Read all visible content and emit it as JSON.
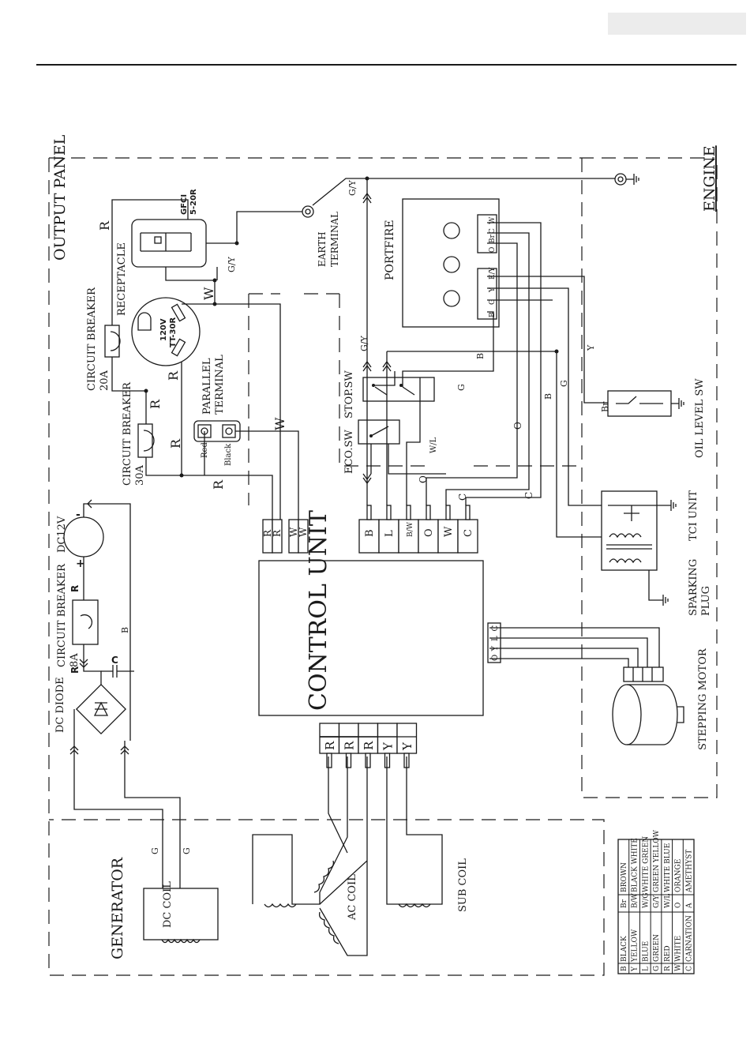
{
  "sections": {
    "output_panel": "OUTPUT PANEL",
    "engine": "ENGINE",
    "generator": "GENERATOR"
  },
  "components": {
    "receptacle": "RECEPTACLE",
    "gfci_label": "GFCI",
    "gfci_rating": "5-20R",
    "receptacle_120v": "120V",
    "receptacle_tt30r": "TT-30R",
    "circuit_breaker": "CIRCUIT BREAKER",
    "breaker_20a": "20A",
    "breaker_30a": "30A",
    "breaker_8a": "8A",
    "parallel_terminal": "PARALLEL",
    "parallel_terminal_2": "TERMINAL",
    "parallel_red": "Red",
    "parallel_black": "Black",
    "earth_terminal": "EARTH",
    "earth_terminal_2": "TERMINAL",
    "portfire": "PORTFIRE",
    "stop_sw": "STOP.SW",
    "eco_sw": "ECO.SW",
    "oil_level_sw": "OIL LEVEL SW",
    "tci_unit": "TCI UNIT",
    "sparking_plug": "SPARKING",
    "sparking_plug_2": "PLUG",
    "control_unit": "CONTROL UNIT",
    "stepping_motor": "STEPPING MOTOR",
    "dc12v": "DC12V",
    "dc_diode": "DC DIODE",
    "dc_coil": "DC COIL",
    "ac_coil": "AC COIL",
    "sub_coil": "SUB COIL",
    "capacitor": "C",
    "minus": "-",
    "plus": "+"
  },
  "wire_labels": {
    "R": "R",
    "W": "W",
    "B": "B",
    "G": "G",
    "Y": "Y",
    "O": "O",
    "C": "C",
    "GY": "G/Y",
    "WL": "W/L",
    "BW": "B/W",
    "L": "L",
    "BR": "Br"
  },
  "control_unit_top_pins": [
    "B",
    "L",
    "B/W",
    "O",
    "W",
    "C"
  ],
  "control_unit_left_pins": [
    "R",
    "R",
    "W",
    "W"
  ],
  "control_unit_bottom_pins": [
    "R",
    "R",
    "R",
    "Y",
    "Y"
  ],
  "motor_pins": [
    "O",
    "Y",
    "L",
    "C"
  ],
  "portfire_pins_top": [
    "O",
    "Br",
    "C",
    "W"
  ],
  "portfire_pins_bottom": [
    "B",
    "G",
    "Y",
    "E/Y"
  ],
  "legend": [
    {
      "code": "B",
      "name": "BLACK"
    },
    {
      "code": "Y",
      "name": "YELLOW"
    },
    {
      "code": "L",
      "name": "BLUE"
    },
    {
      "code": "G",
      "name": "GREEN"
    },
    {
      "code": "R",
      "name": "RED"
    },
    {
      "code": "W",
      "name": "WHITE"
    },
    {
      "code": "C",
      "name": "CARNATION"
    },
    {
      "code": "Br",
      "name": "BROWN"
    },
    {
      "code": "B/W",
      "name": "BLACK WHITE"
    },
    {
      "code": "W/G",
      "name": "WHITE GREEN"
    },
    {
      "code": "G/Y",
      "name": "GREEN YELLOW"
    },
    {
      "code": "W/L",
      "name": "WHITE BLUE"
    },
    {
      "code": "O",
      "name": "ORANGE"
    },
    {
      "code": "A",
      "name": "AMETHYST"
    }
  ]
}
